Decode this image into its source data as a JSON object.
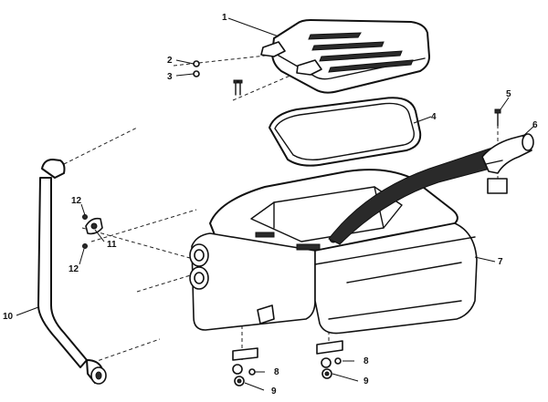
{
  "callouts": {
    "c1": "1",
    "c2": "2",
    "c3": "3",
    "c4": "4",
    "c5": "5",
    "c6": "6",
    "c7": "7",
    "c8a": "8",
    "c8b": "8",
    "c9a": "9",
    "c9b": "9",
    "c10": "10",
    "c11": "11",
    "c12a": "12",
    "c12b": "12"
  }
}
